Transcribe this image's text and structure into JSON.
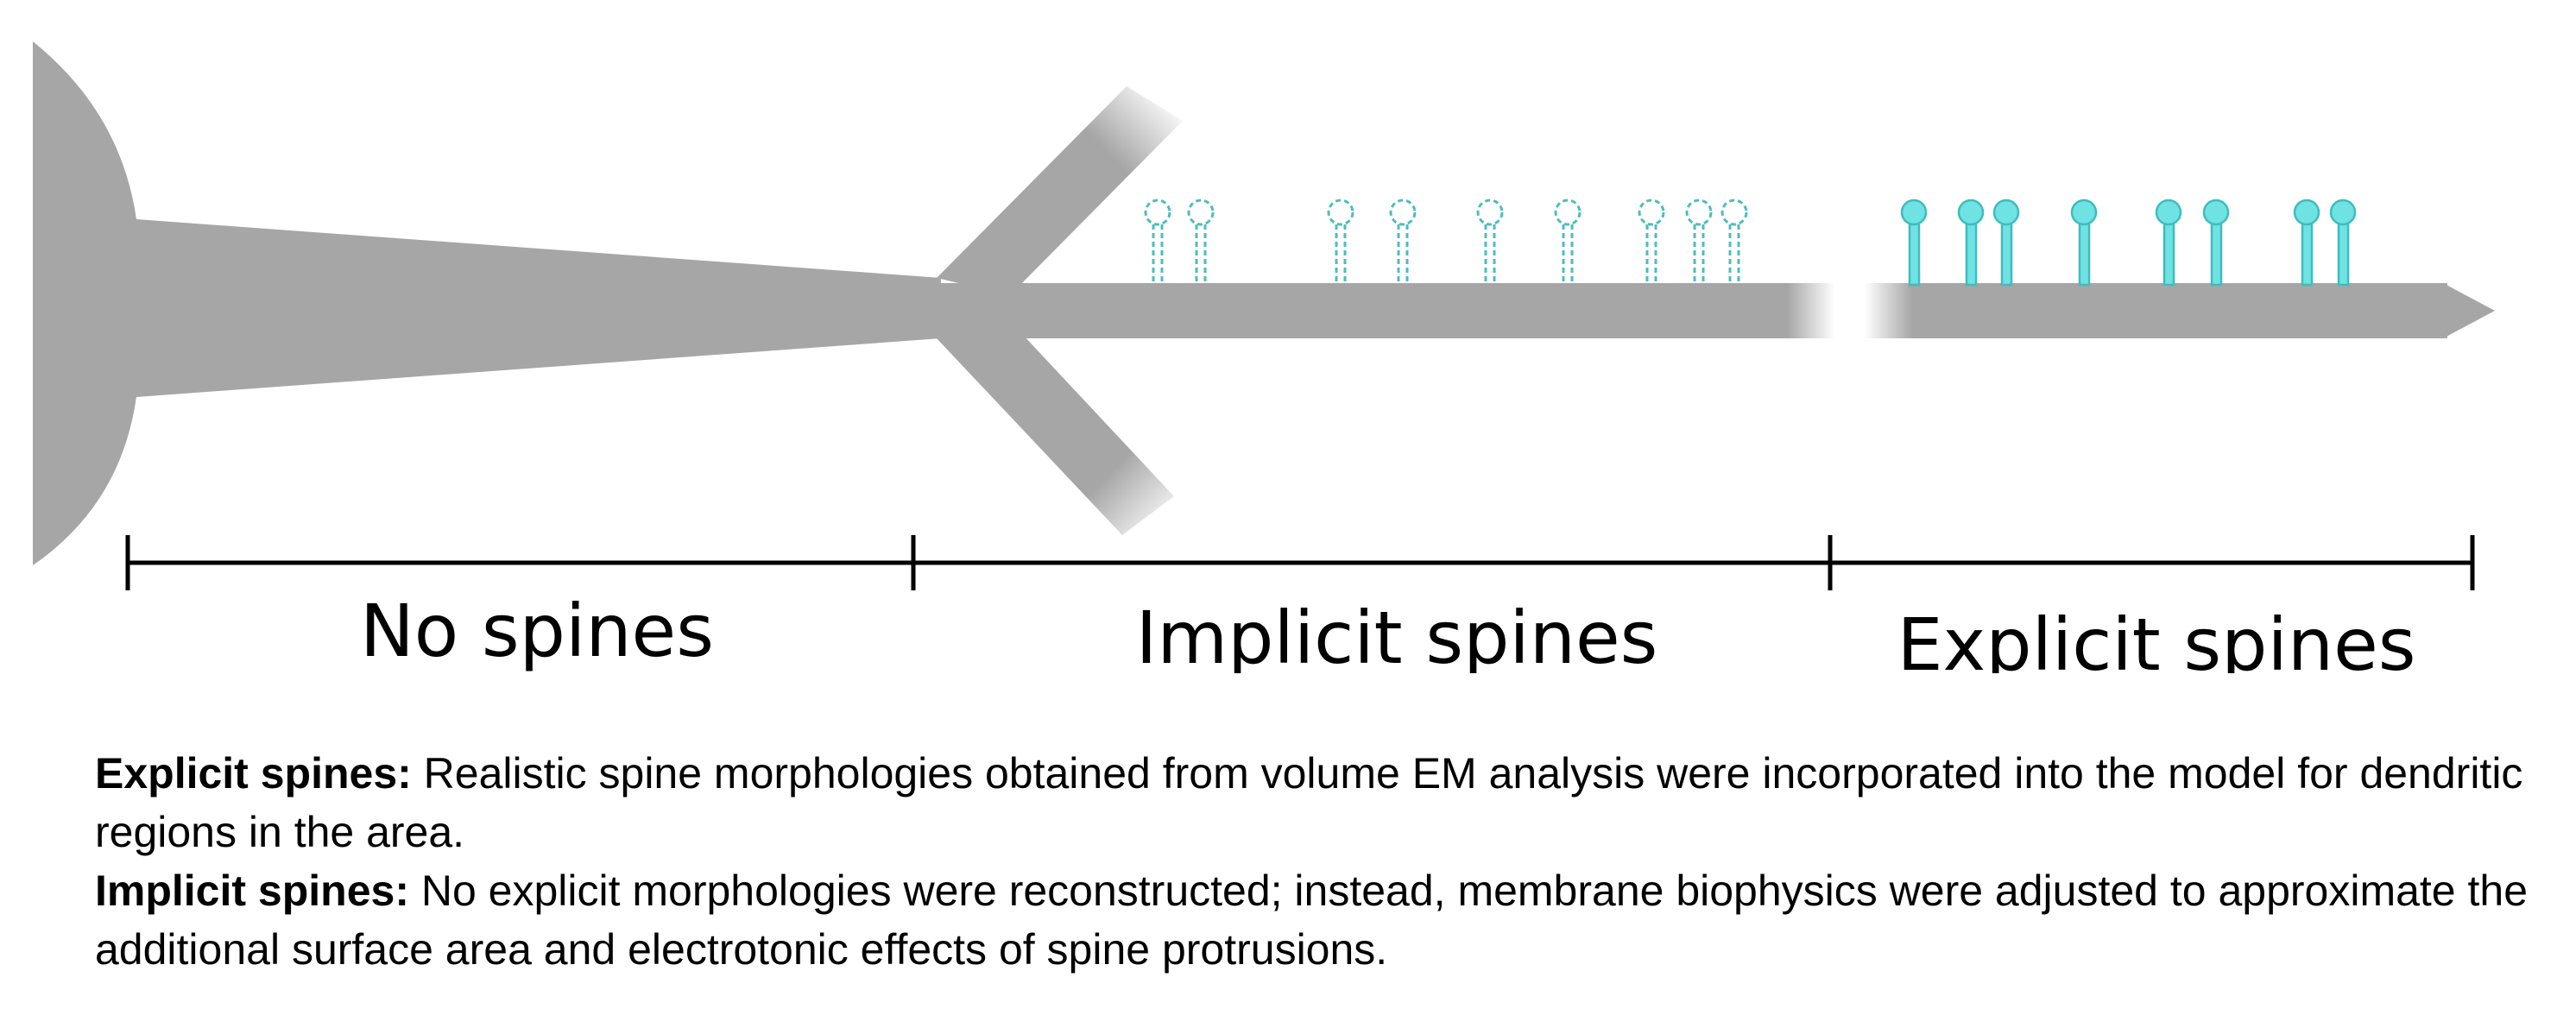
{
  "diagram": {
    "regions": [
      {
        "label": "No spines"
      },
      {
        "label": "Implicit spines"
      },
      {
        "label": "Explicit spines"
      }
    ],
    "colors": {
      "dendrite": "#a6a6a6",
      "spine_fill": "#6fe3e3",
      "spine_stroke": "#3fbcbc",
      "implicit_spine_stroke": "#4fbcbc",
      "scale_bar": "#000000"
    }
  },
  "caption": {
    "explicit": {
      "term": "Explicit spines:",
      "text": " Realistic spine morphologies obtained from volume EM analysis were incorporated into the model for dendritic regions in the area."
    },
    "implicit": {
      "term": "Implicit spines:",
      "text": " No explicit morphologies were reconstructed; instead, membrane biophysics were adjusted to approximate the additional surface area and electrotonic effects of spine protrusions."
    }
  }
}
